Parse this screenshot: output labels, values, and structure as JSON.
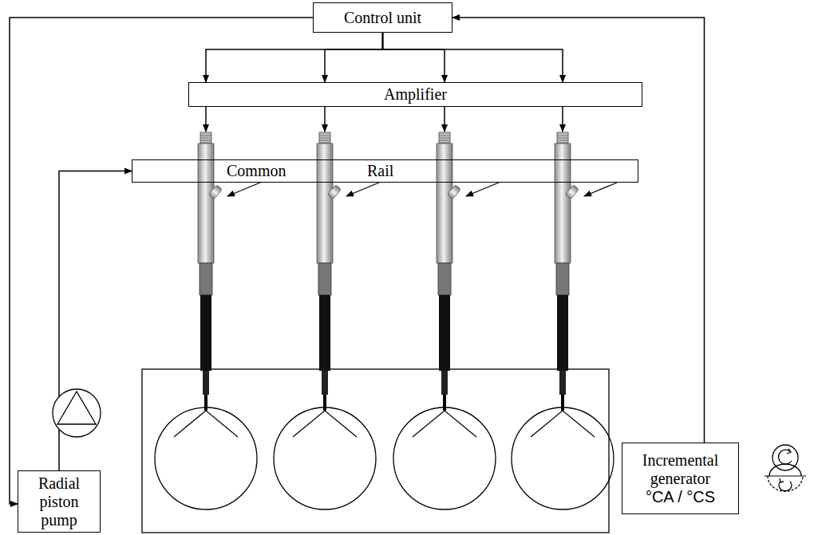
{
  "diagram": {
    "nodes": [
      {
        "text": [
          "Control unit"
        ]
      },
      {
        "text": [
          "Amplifier"
        ]
      },
      {
        "text": [
          "Common",
          "Rail"
        ]
      },
      {
        "text": [
          "Radial piston pump"
        ]
      },
      {
        "text": [
          "Incremental generator",
          "°CA / °CS"
        ]
      }
    ],
    "edges": [
      {
        "from": 0,
        "to": 1,
        "arrow": "to"
      },
      {
        "from": 0,
        "to": 1,
        "arrow": "to"
      },
      {
        "from": 0,
        "to": 1,
        "arrow": "to"
      },
      {
        "from": 0,
        "to": 1,
        "arrow": "to"
      },
      {
        "from": 0,
        "to": 3,
        "arrow": "to"
      },
      {
        "from": 3,
        "to": 2,
        "arrow": "to"
      },
      {
        "from": 4,
        "to": 0,
        "arrow": "to"
      }
    ]
  }
}
